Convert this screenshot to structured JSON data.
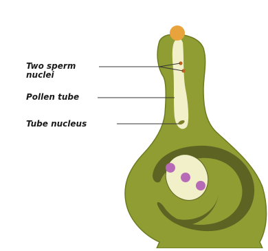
{
  "labels": {
    "sperm_nuclei": [
      "Two sperm",
      "nuclei"
    ],
    "pollen_tube": "Pollen tube",
    "tube_nucleus": "Tube nucleus"
  },
  "colors": {
    "pistil": "#8f9d33",
    "pistil_outline": "#6e7a20",
    "ovule_dark": "#5d6423",
    "tube": "#f1f0c8",
    "pollen_grain": "#e8a33c",
    "sperm_nucleus": "#c0631f",
    "tube_nucleus": "#7d7e2a",
    "embryo_sac_nucleus": "#b76bb7",
    "leader_line": "#333333"
  }
}
